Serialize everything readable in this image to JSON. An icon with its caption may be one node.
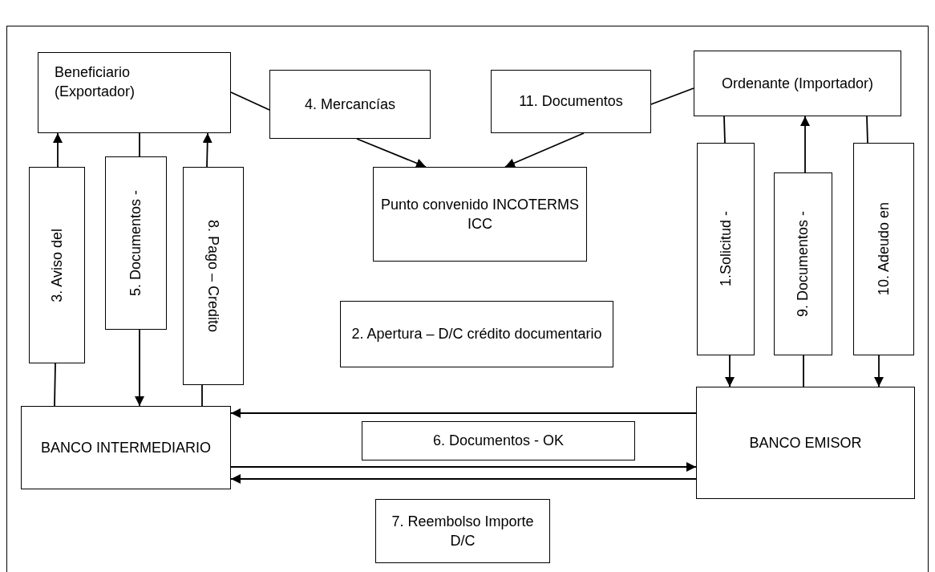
{
  "diagram": {
    "nodes": [
      {
        "text": [
          "Beneficiario (Exportador)"
        ]
      },
      {
        "text": [
          "4. Mercancías"
        ]
      },
      {
        "text": [
          "11. Documentos"
        ]
      },
      {
        "text": [
          "Ordenante (Importador)"
        ]
      },
      {
        "text": [
          "Punto convenido INCOTERMS ICC"
        ]
      },
      {
        "text": [
          "3. Aviso del"
        ]
      },
      {
        "text": [
          "5. Documentos -"
        ]
      },
      {
        "text": [
          "8. Pago – Credito"
        ]
      },
      {
        "text": [
          "2. Apertura – D/C crédito documentario"
        ]
      },
      {
        "text": [
          "1.Solicitud -"
        ]
      },
      {
        "text": [
          "9. Documentos -"
        ]
      },
      {
        "text": [
          "10. Adeudo en"
        ]
      },
      {
        "text": [
          "BANCO INTERMEDIARIO"
        ]
      },
      {
        "text": [
          "BANCO EMISOR"
        ]
      },
      {
        "text": [
          "6. Documentos - OK"
        ]
      },
      {
        "text": [
          "7. Reembolso Importe D/C"
        ]
      }
    ],
    "edges": [
      {
        "from": 0,
        "to": 1,
        "arrow": "none"
      },
      {
        "from": 1,
        "to": 4,
        "arrow": "to"
      },
      {
        "from": 3,
        "to": 2,
        "arrow": "none"
      },
      {
        "from": 2,
        "to": 4,
        "arrow": "to"
      },
      {
        "from": 12,
        "to": 5,
        "arrow": "none"
      },
      {
        "from": 5,
        "to": 0,
        "arrow": "to"
      },
      {
        "from": 0,
        "to": 6,
        "arrow": "none"
      },
      {
        "from": 6,
        "to": 12,
        "arrow": "to"
      },
      {
        "from": 12,
        "to": 7,
        "arrow": "none"
      },
      {
        "from": 7,
        "to": 0,
        "arrow": "to"
      },
      {
        "from": 3,
        "to": 9,
        "arrow": "none"
      },
      {
        "from": 9,
        "to": 13,
        "arrow": "to"
      },
      {
        "from": 13,
        "to": 10,
        "arrow": "none"
      },
      {
        "from": 10,
        "to": 3,
        "arrow": "to"
      },
      {
        "from": 3,
        "to": 11,
        "arrow": "none"
      },
      {
        "from": 11,
        "to": 13,
        "arrow": "to"
      },
      {
        "from": 13,
        "to": 12,
        "arrow": "to"
      },
      {
        "from": 12,
        "to": 13,
        "arrow": "to"
      },
      {
        "from": 13,
        "to": 12,
        "arrow": "to"
      }
    ]
  }
}
